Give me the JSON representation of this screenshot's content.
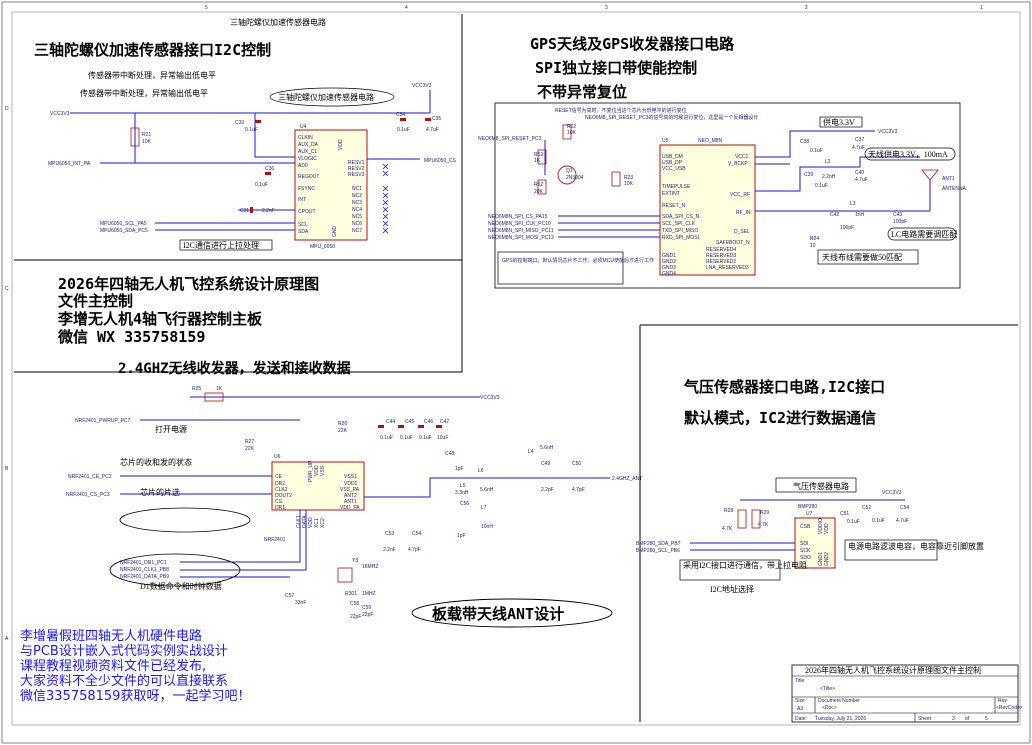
{
  "header_text": "三轴陀螺仪加速传感器电路",
  "imu": {
    "title": "三轴陀螺仪加速传感器接口I2C控制",
    "note1": "传感器带中断处理，异常输出低电平",
    "note2": "传感器带中断处理，异常输出低电平",
    "bubble": "三轴陀螺仪加速传感器电路",
    "vcc_left": "VCC3V3",
    "vcc_top": "VCC3V3",
    "chip_ref": "U4",
    "chip_name": "MPU_6050",
    "pins_left": [
      "CLKIN",
      "AUX_DA",
      "AUX_CL",
      "VLOGIC",
      "AD0",
      "REGOUT",
      "FSYNC",
      "INT",
      "CPOUT",
      "SCL",
      "SDA"
    ],
    "pins_right": [
      "RESV1",
      "RESV2",
      "RESV3",
      "NC1",
      "NC2",
      "NC3",
      "NC4",
      "NC5",
      "NC6",
      "NC7"
    ],
    "pin_gnd": "GND",
    "pin_vdd": "VDD",
    "r21": "R21",
    "r21_val": "10K",
    "c33": "C33",
    "c33_val": "0.1uF",
    "c34": "C34",
    "c34_val": "0.1uF",
    "c35": "C35",
    "c35_val": "4.7uF",
    "c36": "C36",
    "c36_val": "0.1uF",
    "c31": "C31",
    "c31_val": "2.2nF",
    "net_int": "MPU6050_INT_PA",
    "net_scl": "MPU6050_SCL_PA5",
    "net_sda": "MPU6050_SDA_PC5",
    "net_cs": "MPU6050_CS",
    "i2c_note": "I2C通信进行上拉处理"
  },
  "gps": {
    "title1": "GPS天线及GPS收发器接口电路",
    "title2": "SPI独立接口带使能控制",
    "title3": "不带异常复位",
    "note_top": "RESET信号为高时，不复位当这个芯片为低电平的进行复位",
    "note_top2": "NEO6M8_SPI_RESET_PC3的信号高的时候进行复位，这里是一个反相器设计",
    "net_reset": "NEO6M8_SPI_RESET_PC3",
    "chip_ref": "U5",
    "chip_name": "NEO_M8N",
    "pins_left": [
      "USB_DM",
      "USB_DP",
      "VCC_USB",
      "TIMEPULSE",
      "EXTINT",
      "RESET_N",
      "SDA_SPI_CS_N",
      "SCL_SPI_CLK",
      "TXD_SPI_MISO",
      "RXD_SPI_MOSI",
      "GND1",
      "GND2",
      "GND3",
      "GND4"
    ],
    "pins_right": [
      "VCC1",
      "V_BCKP",
      "VCC_RF",
      "RF_IN",
      "D_SEL",
      "SAFEBOOT_N",
      "RESERVED4",
      "RESERVED3",
      "RESERVED2",
      "LNA_RESERVED3"
    ],
    "nets_spi": [
      "NEO6M8N_SPI_CS_PA15",
      "NEO6M8N_SPI_CLK_PC10",
      "NEO6M8N_SPI_MISO_PC11",
      "NEO6M8N_SPI_MOSI_PC12"
    ],
    "q1": "Q1",
    "q1_val": "2N3904",
    "r22": "R22",
    "r22_val": "10K",
    "r23": "R23",
    "r23_val": "10K",
    "r52": "R52",
    "r52_val": "20K",
    "r53": "R53",
    "r53_val": "1K",
    "r24": "R24",
    "r24_val": "10",
    "l2": "L2",
    "l2_val": "2.2nH",
    "l3": "L3",
    "l3_val": "1nH",
    "c38": "C38",
    "c38_val": "0.1uF",
    "c37": "C37",
    "c37_val": "4.7uF",
    "c39": "C39",
    "c39_val": "0.1uF",
    "c40": "C40",
    "c40_val": "4.7uF",
    "c42": "C42",
    "c42_val": "100pF",
    "c43": "C43",
    "c43_val": "100pF",
    "ant": "ANT1",
    "ant_name": "ANTENNA",
    "supply_note": "供电3.3V",
    "ant_supply_note": "天线供电3.3V，100mA",
    "lc_note": "LC电路需要调匹配",
    "trace_note": "天线布线需要做50匹配",
    "gps_note": "GPS的控制端口，默认情况芯片不工作，必须MCU使能后才进行工作"
  },
  "title_block_main": {
    "line1": "2026年四轴无人机飞控系统设计原理图",
    "line2": "文件主控制",
    "line3": "李增无人机4轴飞行器控制主板",
    "line4": "微信   WX   335758159"
  },
  "rf": {
    "title": "2.4GHZ无线收发器，发送和接收数据",
    "chip_ref": "U6",
    "chip_name": "NRF2401",
    "pins_left": [
      "CE",
      "DR2",
      "CLK2",
      "DOUT2",
      "CS",
      "DR1"
    ],
    "pins_right": [
      "VSS1",
      "VDD1",
      "VSS_PA",
      "ANT2",
      "ANT1",
      "VDD_PA"
    ],
    "pins_top": [
      "PWR_UP",
      "VDD",
      "VSS"
    ],
    "pins_bottom": [
      "CLK1",
      "DATA",
      "VDD",
      "XC1",
      "XC2"
    ],
    "net_pwr": "NRF2401_PWRUP_PC7",
    "net_ce": "NRF2401_CE_PC2",
    "net_cs": "NRF2401_CS_PC3",
    "net_pc1": "NRF2401_DR1_PC1",
    "net_clk": "NRF2401_CLK1_PB8",
    "net_data": "NRF2401_DATA_PB9",
    "net_ant": "2.4GHZ_ANT",
    "vcc": "VCC3V3",
    "note_power": "打开电源",
    "note_state": "芯片的收和发的状态",
    "note_cs": "芯片的片选",
    "note_d1": "D1数据命令和时钟数据",
    "board_ant": "板载带天线ANT设计",
    "r25": "R25",
    "r25_val": "1K",
    "r26": "R26",
    "r26_val": "22K",
    "r27": "R27",
    "r27_val": "22K",
    "c44": "C44",
    "c44_val": "0.1uF",
    "c45": "C45",
    "c45_val": "0.1uF",
    "c46": "C46",
    "c46_val": "0.1uF",
    "c47": "C47",
    "c47_val": "10uF",
    "c48": "C48",
    "c48_val": "1pF",
    "c49": "C49",
    "c49_val": "2.2pF",
    "c50": "C50",
    "c50_val": "4.7pF",
    "c53": "C53",
    "c53_val": "2.2nF",
    "c54": "C54",
    "c54_val": "4.7pF",
    "c56": "C56",
    "c56_val": "1pF",
    "c57": "C57",
    "c57_val": "33nF",
    "c58": "C58",
    "c58_val": "22pF",
    "c59": "C59",
    "c59_val": "22pF",
    "l4": "L4",
    "l4_val": "5.6nH",
    "l5": "L5",
    "l5_val": "3.3nH",
    "l6": "L6",
    "l6_val": "5.6nH",
    "l7": "L7",
    "l7_val": "10nH",
    "y3": "Y3",
    "y3_val": "16MHZ",
    "r301": "R301",
    "r301_val": "1MHZ"
  },
  "baro": {
    "title1": "气压传感器接口电路,I2C接口",
    "title2": "默认模式，IC2进行数据通信",
    "box_label": "气压传感器电路",
    "chip_ref": "U7",
    "chip_name": "BMP280",
    "pins": [
      "CSB",
      "SDI",
      "SCK",
      "SDO"
    ],
    "pins_right": [
      "VDDIO",
      "VDD",
      "GND1",
      "GND2"
    ],
    "vcc": "VCC3V3",
    "net_sda": "BMP280_SDA_PB7",
    "net_scl": "BMP280_SCL_PB6",
    "r28": "R28",
    "r28_val": "4.7K",
    "r29": "R29",
    "r29_val": "4.7K",
    "c51": "C51",
    "c51_val": "0.1uF",
    "c52": "C52",
    "c52_val": "0.1uF",
    "c54": "C54",
    "c54_val": "4.7uF",
    "note_pullup": "采用I2C接口进行通信，带上拉电阻",
    "note_i2c": "I2C地址选择",
    "note_filter": "电源电路滤波电容，电容靠近引脚放置"
  },
  "promo": {
    "line1": "李增暑假班四轴无人机硬件电路",
    "line2": "与PCB设计嵌入式代码实例实战设计",
    "line3": "课程教程视频资料文件已经发布,",
    "line4": "大家资料不全少文件的可以直接联系",
    "line5": "微信335758159获取呀，一起学习吧！"
  },
  "titleblock": {
    "heading": "2026年四轴无人机飞控系统设计原理图文件主控制",
    "title_label": "Title",
    "title_value": "<Title>",
    "size_label": "Size",
    "size_value": "A3",
    "docnum_label": "Document Number",
    "docnum_value": "<Doc>",
    "rev_label": "Rev",
    "rev_value": "<RevCode>",
    "date_label": "Date:",
    "date_value": "Tuesday, July 21, 2026",
    "sheet_label": "Sheet",
    "sheet_value": "3",
    "of_label": "of",
    "of_value": "5"
  },
  "border": {
    "cols": [
      "5",
      "4",
      "3",
      "2",
      "1"
    ],
    "rows": [
      "D",
      "C",
      "B",
      "A"
    ]
  }
}
